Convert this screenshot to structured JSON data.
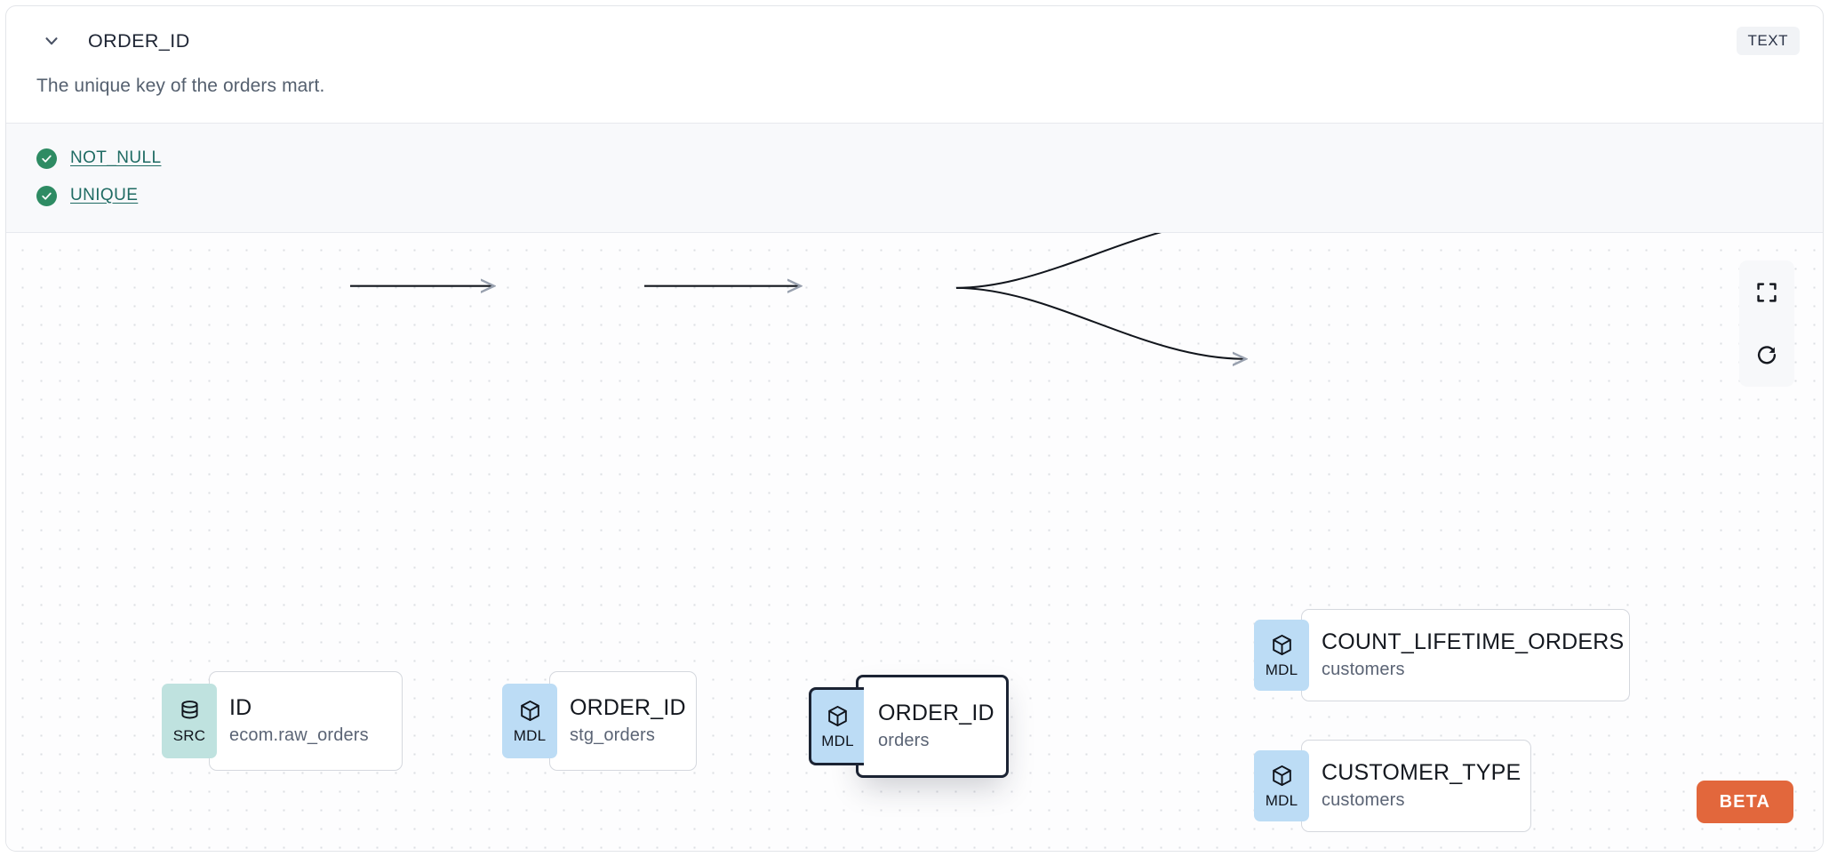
{
  "header": {
    "collapse_icon": "chevron-down-icon",
    "column_name": "ORDER_ID",
    "data_type_badge": "TEXT"
  },
  "description": "The unique key of the orders mart.",
  "tests": {
    "items": [
      {
        "status_icon": "check-circle-icon",
        "status": "pass",
        "label": "NOT_NULL"
      },
      {
        "status_icon": "check-circle-icon",
        "status": "pass",
        "label": "UNIQUE"
      }
    ]
  },
  "lineage": {
    "controls": [
      {
        "name": "fit-view-button",
        "icon": "fullscreen-icon"
      },
      {
        "name": "reset-button",
        "icon": "refresh-icon"
      }
    ],
    "beta_label": "BETA",
    "nodes": [
      {
        "id": "src",
        "kind": "SRC",
        "kind_icon": "database-icon",
        "name": "ID",
        "source": "ecom.raw_orders",
        "selected": false
      },
      {
        "id": "stg",
        "kind": "MDL",
        "kind_icon": "cube-icon",
        "name": "ORDER_ID",
        "source": "stg_orders",
        "selected": false
      },
      {
        "id": "orders",
        "kind": "MDL",
        "kind_icon": "cube-icon",
        "name": "ORDER_ID",
        "source": "orders",
        "selected": true
      },
      {
        "id": "count",
        "kind": "MDL",
        "kind_icon": "cube-icon",
        "name": "COUNT_LIFETIME_ORDERS",
        "source": "customers",
        "selected": false
      },
      {
        "id": "ctype",
        "kind": "MDL",
        "kind_icon": "cube-icon",
        "name": "CUSTOMER_TYPE",
        "source": "customers",
        "selected": false
      }
    ],
    "edges": [
      {
        "from": "src",
        "to": "stg",
        "style": "straight"
      },
      {
        "from": "stg",
        "to": "orders",
        "style": "straight"
      },
      {
        "from": "orders",
        "to": "count",
        "style": "bezier"
      },
      {
        "from": "orders",
        "to": "ctype",
        "style": "bezier"
      }
    ]
  },
  "colors": {
    "src_badge": "#bfe2df",
    "mdl_badge": "#bcdcf5",
    "test_pass": "#2e8b63",
    "test_link": "#1f6b63",
    "beta": "#e2673c",
    "selected_border": "#1b2333"
  }
}
